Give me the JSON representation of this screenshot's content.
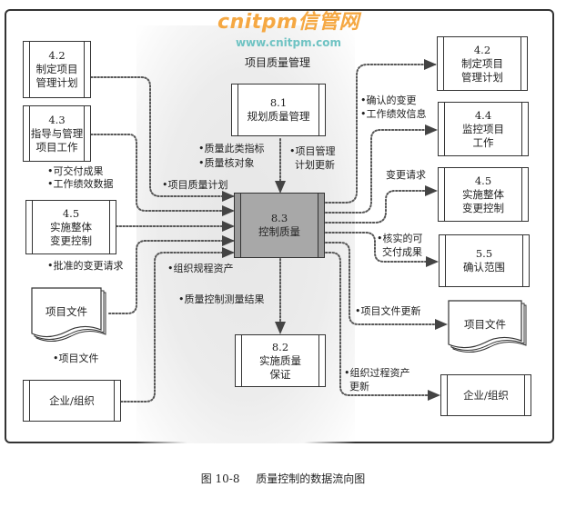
{
  "watermark": {
    "brand": "cnitpm信管网",
    "url": "www.cnitpm.com"
  },
  "group_title": "项目质量管理",
  "processes": {
    "left_4_2": {
      "id": "4.2",
      "name_line1": "制定项目",
      "name_line2": "管理计划"
    },
    "left_4_3": {
      "id": "4.3",
      "name_line1": "指导与管理",
      "name_line2": "项目工作"
    },
    "left_4_5": {
      "id": "4.5",
      "name_line1": "实施整体",
      "name_line2": "变更控制"
    },
    "left_org": {
      "name": "企业/组织"
    },
    "center_8_1": {
      "id": "8.1",
      "name": "规划质量管理"
    },
    "center_8_3": {
      "id": "8.3",
      "name": "控制质量"
    },
    "center_8_2": {
      "id": "8.2",
      "name_line1": "实施质量",
      "name_line2": "保证"
    },
    "right_4_2": {
      "id": "4.2",
      "name_line1": "制定项目",
      "name_line2": "管理计划"
    },
    "right_4_4": {
      "id": "4.4",
      "name_line1": "监控项目",
      "name_line2": "工作"
    },
    "right_4_5": {
      "id": "4.5",
      "name_line1": "实施整体",
      "name_line2": "变更控制"
    },
    "right_5_5": {
      "id": "5.5",
      "name": "确认范围"
    },
    "right_org": {
      "name": "企业/组织"
    }
  },
  "documents": {
    "left_docs": {
      "name": "项目文件"
    },
    "right_docs": {
      "name": "项目文件"
    }
  },
  "flow_labels": {
    "deliverables": "•可交付成果",
    "work_perf_data": "•工作绩效数据",
    "approved_changes": "•批准的变更请求",
    "project_docs_in": "•项目文件",
    "quality_metrics": "•质量此类指标",
    "quality_checklists": "•质量核对象",
    "quality_plan": "•项目质量计划",
    "pm_plan_updates_1": "•项目管理",
    "pm_plan_updates_2": "计划更新",
    "opa": "•组织规程资产",
    "qc_measurements": "•质量控制测量结果",
    "validated_changes": "•确认的变更",
    "work_perf_info": "•工作绩效信息",
    "change_requests": "变更请求",
    "verified_deliverables_1": "•核实的可",
    "verified_deliverables_2": "交付成果",
    "project_docs_updates": "•项目文件更新",
    "opa_updates_1": "•组织过程资产",
    "opa_updates_2": "更新"
  },
  "caption": {
    "number": "图 10-8",
    "title": "质量控制的数据流向图"
  }
}
